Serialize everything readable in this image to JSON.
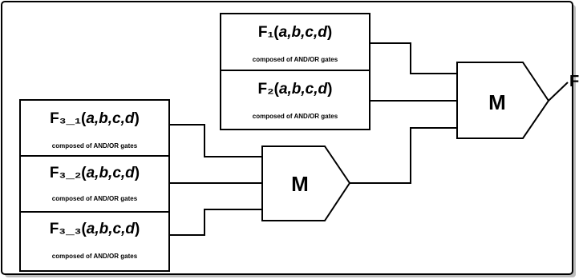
{
  "diagram": {
    "blocks": [
      {
        "id": "f1",
        "prefix": "F₁(",
        "vars": "a,b,c,d",
        "suffix": ")",
        "subtitle": "composed of AND/OR gates"
      },
      {
        "id": "f2",
        "prefix": "F₂(",
        "vars": "a,b,c,d",
        "suffix": ")",
        "subtitle": "composed of AND/OR gates"
      },
      {
        "id": "f31",
        "prefix": "F₃_₁(",
        "vars": "a,b,c,d",
        "suffix": ")",
        "subtitle": "composed of AND/OR gates"
      },
      {
        "id": "f32",
        "prefix": "F₃_₂(",
        "vars": "a,b,c,d",
        "suffix": ")",
        "subtitle": "composed of AND/OR gates"
      },
      {
        "id": "f33",
        "prefix": "F₃_₃(",
        "vars": "a,b,c,d",
        "suffix": ")",
        "subtitle": "composed of AND/OR gates"
      }
    ],
    "mux_top_label": "M",
    "mux_bottom_label": "M",
    "output_label": "F",
    "line_color": "#000000"
  }
}
